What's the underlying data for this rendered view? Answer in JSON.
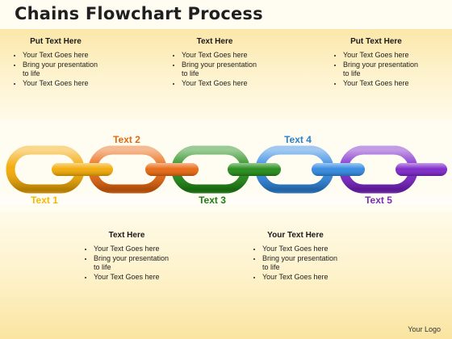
{
  "title": "Chains Flowchart Process",
  "top_boxes": [
    {
      "heading": "Put Text Here",
      "bullets": [
        "Your Text Goes here",
        "Bring your presentation to life",
        "Your Text Goes here"
      ]
    },
    {
      "heading": "Text Here",
      "bullets": [
        "Your Text Goes here",
        "Bring your presentation to life",
        "Your Text Goes here"
      ]
    },
    {
      "heading": "Put Text Here",
      "bullets": [
        "Your Text Goes here",
        "Bring your presentation to life",
        "Your Text Goes here"
      ]
    }
  ],
  "bottom_boxes": [
    {
      "heading": "Text Here",
      "bullets": [
        "Your Text Goes here",
        "Bring your presentation to life",
        "Your Text Goes here"
      ]
    },
    {
      "heading": "Your Text Here",
      "bullets": [
        "Your Text Goes here",
        "Bring your presentation to life",
        "Your Text Goes here"
      ]
    }
  ],
  "links": [
    {
      "label": "Text 1",
      "color": "#f2a800",
      "label_color": "#f5b800"
    },
    {
      "label": "Text 2",
      "color": "#e8650c",
      "label_color": "#e06a10"
    },
    {
      "label": "Text 3",
      "color": "#1f8a14",
      "label_color": "#1f7d12"
    },
    {
      "label": "Text 4",
      "color": "#2e86e0",
      "label_color": "#2b7fd0"
    },
    {
      "label": "Text 5",
      "color": "#7a22c8",
      "label_color": "#7a2ab8"
    }
  ],
  "logo": "Your Logo"
}
